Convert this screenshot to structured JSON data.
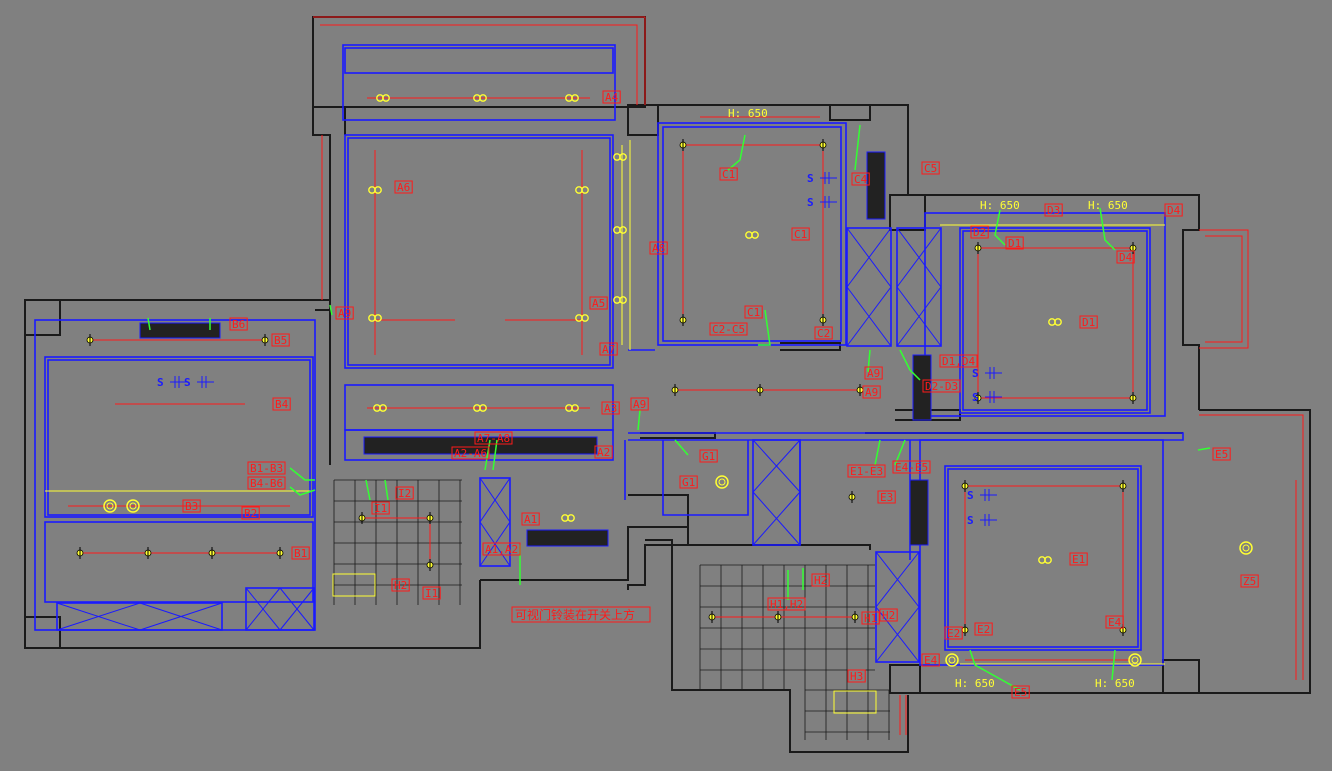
{
  "drawing": {
    "background": "#808080",
    "colors": {
      "wall": "#1a1a1a",
      "blue": "#1a1aff",
      "red": "#ff1a1a",
      "yellow": "#ffff33",
      "green": "#33ff33",
      "dark": "#000000"
    },
    "labels": {
      "A": "A",
      "A1": "A1",
      "A1A2": "A1,A2",
      "A2": "A2",
      "A3": "A3",
      "A4": "A4",
      "A5": "A5",
      "A6": "A6",
      "A7": "A7",
      "A8": "A8",
      "A9": "A9",
      "A7A8": "A7-A8",
      "A2A6": "A2-A6",
      "B1": "B1",
      "B2": "B2",
      "B3": "B3",
      "B4": "B4",
      "B5": "B5",
      "B6": "B6",
      "B1B3": "B1-B3",
      "B4B6": "B4-B6",
      "C1": "C1",
      "C2": "C2",
      "C4": "C4",
      "C5": "C5",
      "C2C5": "C2-C5",
      "D1": "D1",
      "D2": "D2",
      "D3": "D3",
      "D4": "D4",
      "D1D4": "D1,D4",
      "D2D3": "D2-D3",
      "E1": "E1",
      "E2": "E2",
      "E3": "E3",
      "E4": "E4",
      "E5": "E5",
      "E1E3": "E1-E3",
      "E4E5": "E4-E5",
      "G1": "G1",
      "H1": "H1",
      "H2": "H2",
      "H3": "H3",
      "H1H2": "H1,H2",
      "I1": "I1",
      "I2": "I2",
      "Z5": "Z5"
    },
    "heights": {
      "top_c": "H: 650",
      "d_left": "H: 650",
      "d_right": "H: 650",
      "e_left": "H: 650",
      "e_right": "H: 650"
    },
    "switch_symbol": "S",
    "note": "可视门铃装在开关上方"
  }
}
